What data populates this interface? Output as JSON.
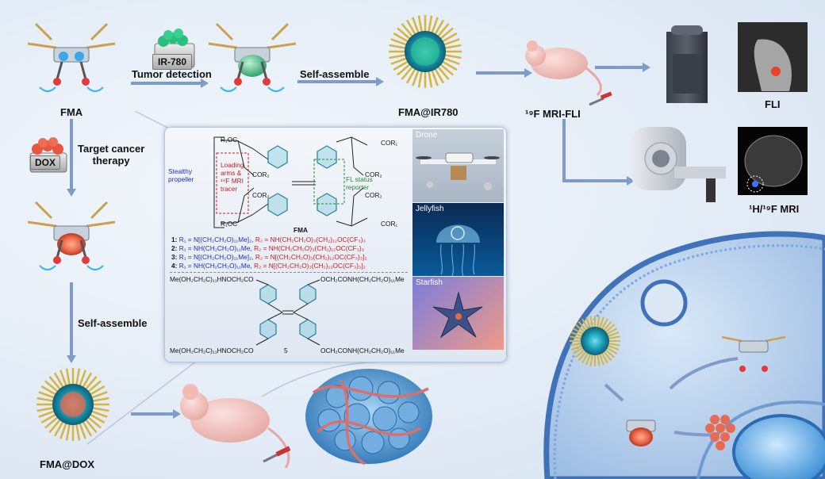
{
  "labels": {
    "fma": "FMA",
    "ir780_box": "IR-780",
    "tumor_detection": "Tumor detection",
    "self_assemble_top": "Self-assemble",
    "fma_ir780": "FMA@IR780",
    "mri_fli": "¹⁹F MRI-FLI",
    "fli": "FLI",
    "h_f_mri": "¹H/¹⁹F MRI",
    "dox_box": "DOX",
    "target_therapy": "Target cancer\ntherapy",
    "self_assemble_left": "Self-assemble",
    "fma_dox": "FMA@DOX"
  },
  "panel": {
    "stealthy": "Stealthy\npropeller",
    "loading": "Loading\narms &\n¹⁹F MRI\ntracer",
    "fl_status": "FL status\nreporter",
    "r1oc_top": "R₁OC",
    "r1oc_bot": "R₁OC",
    "cor1_top": "COR₁",
    "cor1_bot": "COR₁",
    "cor2_a": "COR₂",
    "cor2_b": "COR₂",
    "cor2_c": "COR₂",
    "cor2_d": "COR₂",
    "fma_name": "FMA",
    "compound5_label": "5",
    "compounds": [
      {
        "n": "1:",
        "r1": "R₁ = N[(CH₂CH₂O)₁₁Me]₂,",
        "r2": "R₂ = NH(CH₂CH₂O)₃(CH₂)₁₂OC(CF₃)₃"
      },
      {
        "n": "2:",
        "r1": "R₁ = NH(CH₂CH₂O)₁₁Me,",
        "r2": "R₂ = NH(CH₂CH₂O)₃(CH₂)₁₂OC(CF₃)₃"
      },
      {
        "n": "3:",
        "r1": "R₁ = N[(CH₂CH₂O)₁₁Me]₂,",
        "r2": "R₂ = N[(CH₂CH₂O)₃(CH₂)₁₂OC(CF₃)₃]₂"
      },
      {
        "n": "4:",
        "r1": "R₁ = NH(CH₂CH₂O)₁₁Me,",
        "r2": "R₂ = N[(CH₂CH₂O)₃(CH₂)₁₂OC(CF₃)₃]₂"
      }
    ],
    "c5_tl": "Me(OH₂CH₂C)₁₁HNOCH₂CO",
    "c5_tr": "OCH₂CONH(CH₂CH₂O)₁₁Me",
    "c5_bl": "Me(OH₂CH₂C)₁₁HNOCH₂CO",
    "c5_br": "OCH₂CONH(CH₂CH₂O)₁₁Me",
    "photos": [
      "Drone",
      "Jellyfish",
      "Starfish"
    ]
  },
  "colors": {
    "blue_label": "#1a2fb0",
    "red_label": "#d21818",
    "green_label": "#238a36",
    "arrow": "#7f9cc8",
    "cell": "#2f63ad"
  }
}
